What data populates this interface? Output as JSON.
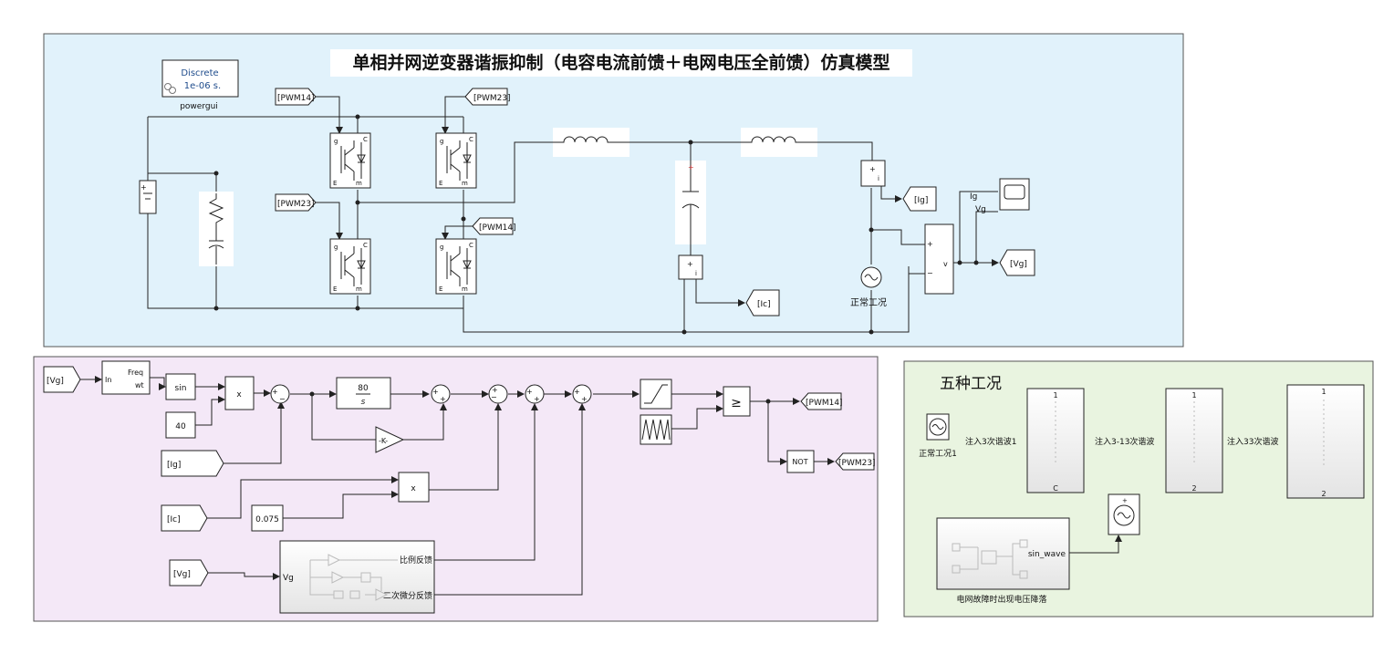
{
  "title": "单相并网逆变器谐振抑制（电容电流前馈＋电网电压全前馈）仿真模型",
  "powergui": {
    "mode": "Discrete",
    "step": "1e-06 s.",
    "label": "powergui"
  },
  "tags": {
    "pwm14": "[PWM14]",
    "pwm23": "[PWM23]",
    "ig": "[Ig]",
    "ic": "[Ic]",
    "vg": "[Vg]"
  },
  "scope_ports": {
    "ig": "Ig",
    "vg": "Vg"
  },
  "vmeas_out": "v",
  "source_label": "正常工况",
  "control": {
    "pll_freq": "Freq",
    "pll_wt": "wt",
    "pll_in": "In",
    "sin": "sin",
    "mult": "x",
    "const40": "40",
    "integrator_num": "80",
    "integrator_den": "s",
    "gain": "-K-",
    "const_ic": "0.075",
    "compare": "≥",
    "not": "NOT",
    "sub_in": "Vg",
    "sub_out1": "比例反馈",
    "sub_out2": "二次微分反馈",
    "sum_signs": [
      "+",
      "−",
      "+",
      "+",
      "−",
      "+",
      "+",
      "+"
    ]
  },
  "cases": {
    "title": "五种工况",
    "normal": "正常工况1",
    "h3": "注入3次谐波1",
    "h3_13": "注入3-13次谐波",
    "h33": "注入33次谐波",
    "sag_out": "sin_wave",
    "sag_label": "电网故障时出现电压降落",
    "sel_port_top": "1",
    "sel_port_bot_a": "C",
    "sel_port_bot_b": "2"
  },
  "colors": {
    "power_panel": "#e1f2fb",
    "control_panel": "#f4e8f7",
    "cases_panel": "#e9f4e0",
    "title_bg": "#ffffff"
  }
}
